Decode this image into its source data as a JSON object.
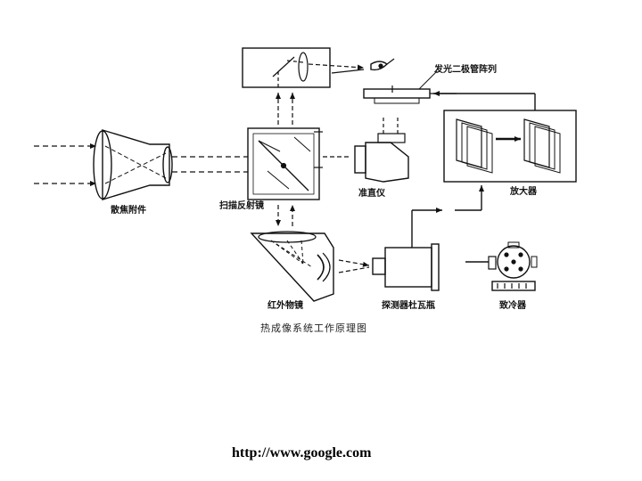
{
  "figure": {
    "labels": {
      "led_array": "发光二极管阵列",
      "amplifier": "放大器",
      "collimator": "准直仪",
      "afocal_attachment": "散焦附件",
      "scan_mirror": "扫描反射镜",
      "ir_objective": "红外物镜",
      "detector_dewar": "探测器杜瓦瓶",
      "cooler": "致冷器"
    },
    "caption": "热成像系统工作原理图",
    "url": "http://www.google.com"
  },
  "colors": {
    "ink": "#111111",
    "background": "#ffffff"
  }
}
